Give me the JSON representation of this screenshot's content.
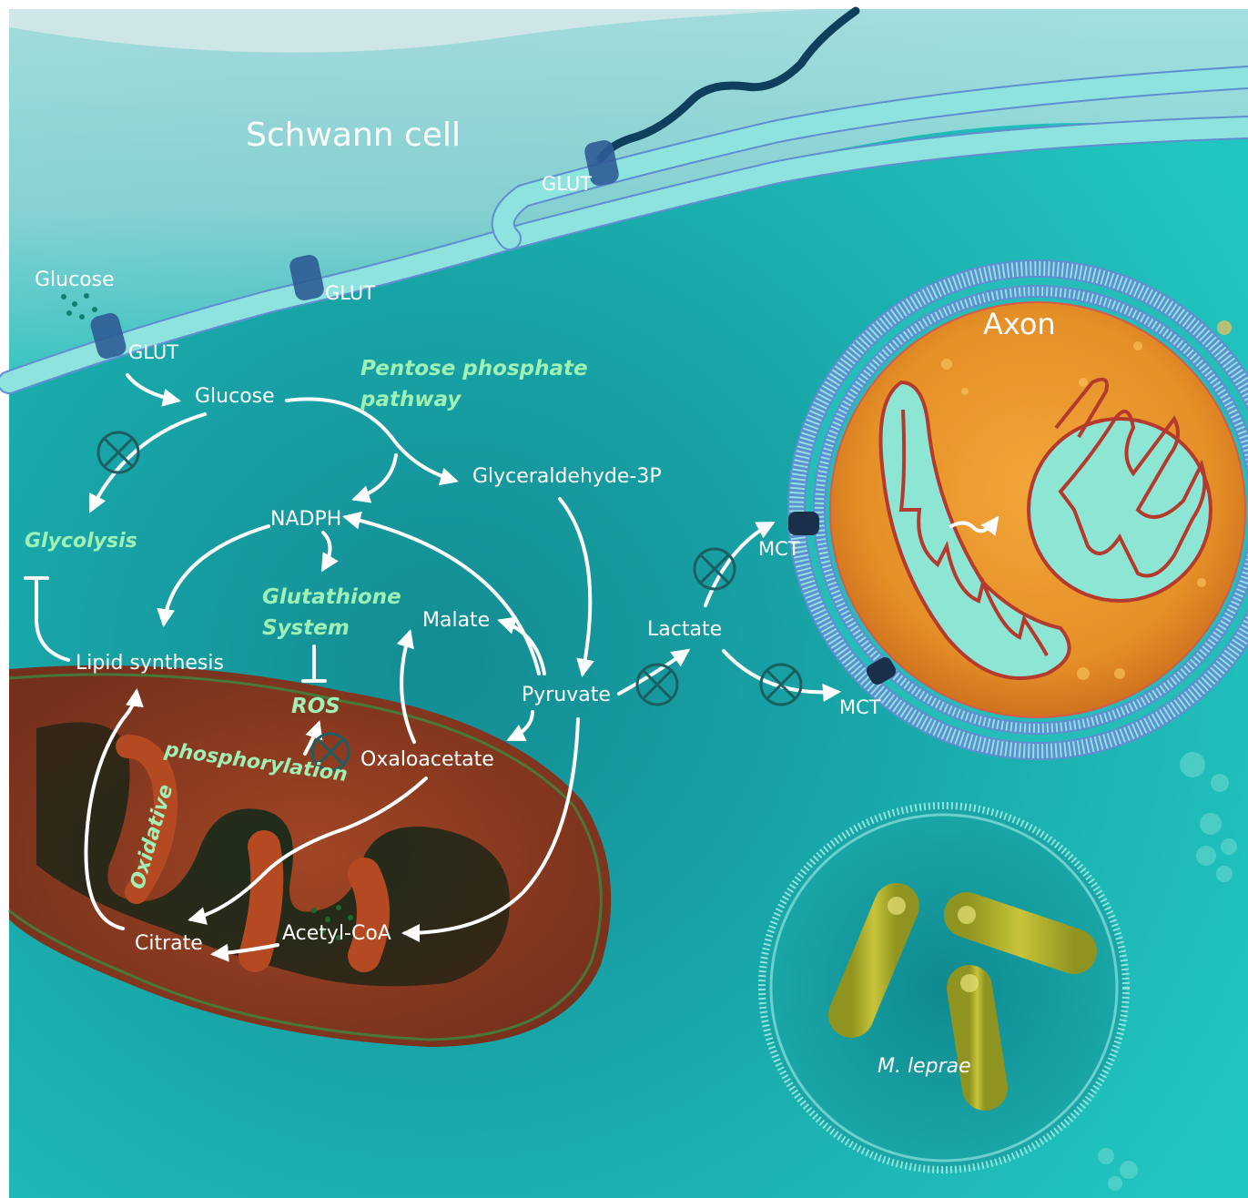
{
  "title": "Schwann cell",
  "axon_label": "Axon",
  "bacteria_label": "M. leprae",
  "transporters": {
    "glut": "GLUT",
    "mct": "MCT"
  },
  "metabolites": {
    "glucose_outside": "Glucose",
    "glucose": "Glucose",
    "glyceraldehyde": "Glyceraldehyde-3P",
    "nadph": "NADPH",
    "lipid": "Lipid synthesis",
    "malate": "Malate",
    "pyruvate": "Pyruvate",
    "lactate": "Lactate",
    "oxaloacetate": "Oxaloacetate",
    "citrate": "Citrate",
    "acetyl": "Acetyl-CoA"
  },
  "pathways": {
    "pentose_1": "Pentose phosphate",
    "pentose_2": "pathway",
    "glycolysis": "Glycolysis",
    "glutathione_1": "Glutathione",
    "glutathione_2": "System",
    "ros": "ROS",
    "oxphos": "Oxidative phosphorylation"
  },
  "colors": {
    "cytoplasm": "#1cb8b6",
    "membrane": "#7fe0dc",
    "axoplasm": "#e38a25",
    "mitochondrion": "#b54a22",
    "bacterium": "#b8b62a",
    "highlight_text": "#9ef0b4",
    "inhibitor": "#1c5f62"
  },
  "icons": {
    "inhibition": "circled-x-icon",
    "flow": "arrow-icon",
    "block": "t-bar-icon"
  }
}
